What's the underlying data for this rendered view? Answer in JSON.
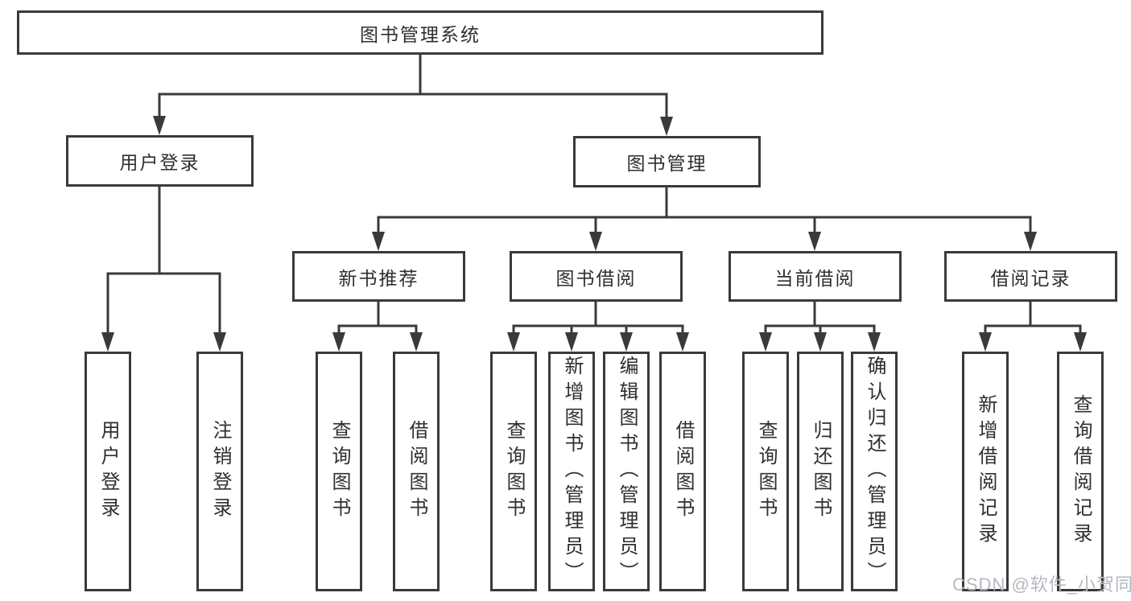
{
  "diagram": {
    "root": {
      "label": "图书管理系统"
    },
    "level2": [
      {
        "label": "用户登录"
      },
      {
        "label": "图书管理"
      }
    ],
    "level3": [
      {
        "label": "新书推荐"
      },
      {
        "label": "图书借阅"
      },
      {
        "label": "当前借阅"
      },
      {
        "label": "借阅记录"
      }
    ],
    "leaves": [
      {
        "label": "用户登录"
      },
      {
        "label": "注销登录"
      },
      {
        "label": "查询图书"
      },
      {
        "label": "借阅图书"
      },
      {
        "label": "查询图书"
      },
      {
        "label": "新增图书（管理员）"
      },
      {
        "label": "编辑图书（管理员）"
      },
      {
        "label": "借阅图书"
      },
      {
        "label": "查询图书"
      },
      {
        "label": "归还图书"
      },
      {
        "label": "确认归还（管理员）"
      },
      {
        "label": "新增借阅记录"
      },
      {
        "label": "查询借阅记录"
      }
    ]
  },
  "watermark": "CSDN @软件_小贺同学",
  "colors": {
    "line": "#3a3a3a",
    "text": "#2f2f2f",
    "watermark": "#b4b8bf",
    "background": "#ffffff"
  }
}
